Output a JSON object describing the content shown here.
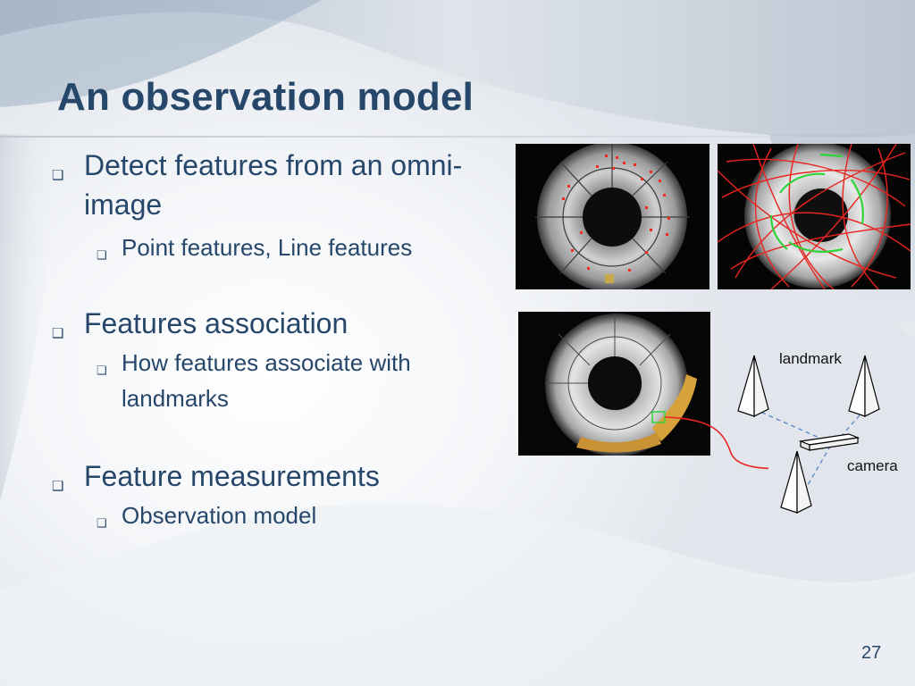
{
  "slide": {
    "title": "An observation model",
    "bullets": [
      {
        "text": "Detect features from an omni-image",
        "sub": [
          "Point features, Line features"
        ]
      },
      {
        "text": "Features association",
        "sub": [
          "How features associate with landmarks"
        ]
      },
      {
        "text": "Feature measurements",
        "sub": [
          "Observation model"
        ]
      }
    ],
    "diagram": {
      "landmark_label": "landmark",
      "camera_label": "camera"
    },
    "page_number": "27"
  },
  "colors": {
    "title": "#26476a",
    "text": "#26476a",
    "feature_red": "#e8241f",
    "feature_green": "#2fd43a",
    "ray_blue": "#5b86c8"
  }
}
